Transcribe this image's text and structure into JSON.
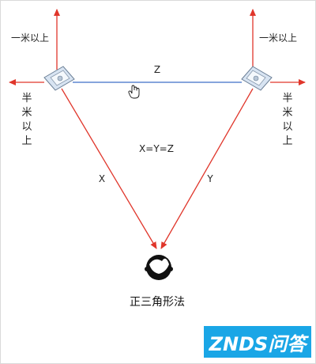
{
  "diagram": {
    "labels": {
      "top_left": "一米以上",
      "top_right": "一米以上",
      "side_left": [
        "半",
        "米",
        "以",
        "上"
      ],
      "side_right": [
        "半",
        "米",
        "以",
        "上"
      ],
      "z": "Z",
      "x": "X",
      "y": "Y",
      "equation": "X=Y=Z",
      "caption": "正三角形法"
    },
    "icons": [
      "speaker-left-icon",
      "speaker-right-icon",
      "listener-head-icon",
      "hand-cursor-icon"
    ],
    "colors": {
      "arrow": "#e0362b",
      "baseline": "#3e6fc6",
      "speaker": "#d8e4f2",
      "watermark": "#1aa6e6"
    }
  },
  "watermark": {
    "text": "ZNDS问答"
  }
}
